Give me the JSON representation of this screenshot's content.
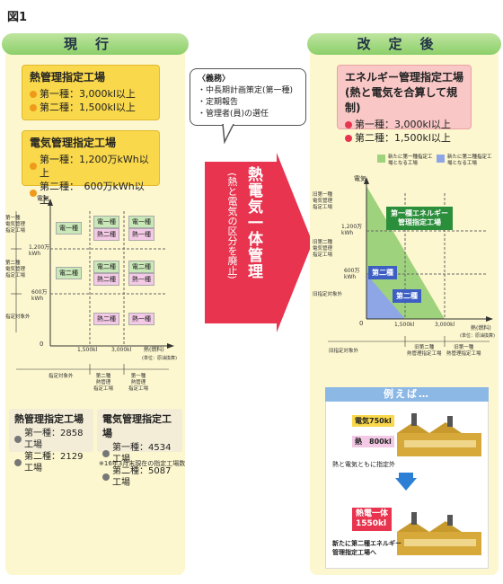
{
  "figure_label": "図1",
  "current": {
    "header": "現行",
    "heat": {
      "title": "熱管理指定工場",
      "items": [
        "第一種：3,000kl以上",
        "第二種：1,500kl以上"
      ]
    },
    "elec": {
      "title": "電気管理指定工場",
      "items": [
        "第一種：1,200万kWh以上",
        "第二種：　600万kWh以上"
      ]
    },
    "chart": {
      "y_title": "電気",
      "x_title": "熱(燃料)",
      "x_unit": "(単位：原油換算)",
      "origin": "0",
      "y_ticks": [
        "1,200万\nkWh",
        "600万\nkWh"
      ],
      "x_ticks": [
        "1,500kl",
        "3,000kl"
      ],
      "y_zones": [
        "第一種\n電気管理\n指定工場",
        "第二種\n電気管理\n指定工場",
        "指定対象外"
      ],
      "x_zones": [
        "指定対象外",
        "第二種\n熱管理\n指定工場",
        "第一種\n熱管理\n指定工場"
      ],
      "cells": {
        "d1": "電一種",
        "d2": "電二種",
        "n1": "熱一種",
        "n2": "熱二種"
      }
    },
    "counts_heat": {
      "title": "熱管理指定工場",
      "items": [
        "第一種：2858工場",
        "第二種：2129工場"
      ]
    },
    "counts_elec": {
      "title": "電気管理指定工場",
      "items": [
        "第一種：4534工場",
        "第二種：5087工場"
      ]
    },
    "note": "※16年3月末現在の指定工場数"
  },
  "middle": {
    "duty_title": "〈義務〉",
    "duties": [
      "中長期計画策定(第一種)",
      "定期報告",
      "管理者(員)の選任"
    ],
    "arrow_main": "熱電気一体管理",
    "arrow_sub": "(熱と電気の区分を廃止)"
  },
  "after": {
    "header": "改定後",
    "energy": {
      "title": "エネルギー管理指定工場",
      "subtitle": "(熱と電気を合算して規制)",
      "items": [
        "第一種：3,000kl以上",
        "第二種：1,500kl以上"
      ]
    },
    "legend": [
      "新たに第一種指定工場となる工場",
      "新たに第二種指定工場となる工場"
    ],
    "chart": {
      "y_title": "電気",
      "x_title": "熱(燃料)",
      "x_unit": "(単位：原油換算)",
      "origin": "0",
      "y_ticks": [
        "1,200万\nkWh",
        "600万\nkWh"
      ],
      "x_ticks": [
        "1,500kl",
        "3,000kl"
      ],
      "y_zones": [
        "旧第一種\n電気管理\n指定工場",
        "旧第二種\n電気管理\n指定工場",
        "旧指定対象外"
      ],
      "x_zones": [
        "旧指定対象外",
        "旧第二種\n熱管理指定工場",
        "旧第一種\n熱管理指定工場"
      ],
      "first": "第一種エネルギー\n管理指定工場",
      "second": "第二種"
    },
    "example": {
      "header": "例えば…",
      "elec": "電気750kl",
      "heat": "熱　800kl",
      "note": "熱と電気ともに指定外",
      "total": "熱電一体\n1550kl",
      "result": "新たに第二種エネルギー\n管理指定工場へ"
    }
  },
  "colors": {
    "yellow": "#f9d84b",
    "pink": "#f8c7c6",
    "green": "#9fd27d",
    "blue": "#8ea6e6",
    "red": "#e8344e",
    "orange": "#ef9a1a"
  }
}
